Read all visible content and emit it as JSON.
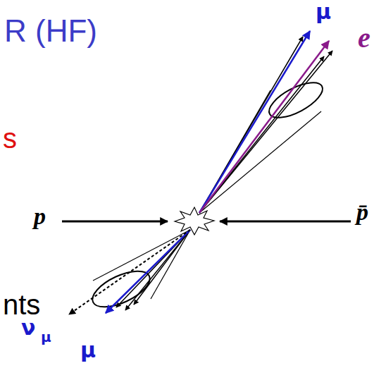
{
  "diagram": {
    "labels": [
      "R (HF)",
      "s",
      "μ",
      "e",
      "p",
      "p̄",
      "nts",
      "ν",
      "μ",
      "μ"
    ]
  }
}
